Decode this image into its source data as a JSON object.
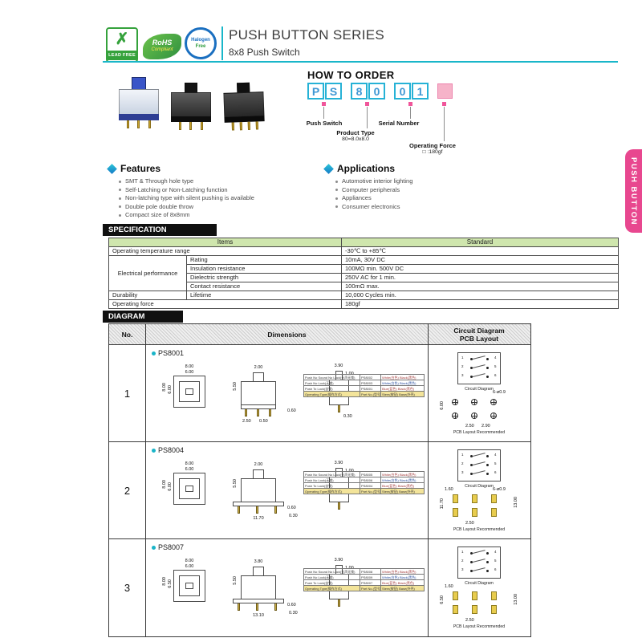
{
  "header": {
    "title": "PUSH BUTTON SERIES",
    "subtitle": "8x8 Push Switch",
    "badges": {
      "lead_free_symbol": "✗",
      "lead_free_label": "LEAD FREE",
      "rohs_line1": "RoHS",
      "rohs_line2": "Compliant",
      "halogen_line1": "Halogen",
      "halogen_line2": "Free"
    }
  },
  "side_tab_label": "PUSH BUTTON",
  "how_to_order": {
    "title": "HOW TO ORDER",
    "code_letters": [
      "P",
      "S",
      "8",
      "0",
      "0",
      "1"
    ],
    "callouts": [
      {
        "label": "Push Switch",
        "detail": ""
      },
      {
        "label": "Product Type",
        "detail": "80=8.0x8.0"
      },
      {
        "label": "Serial Number",
        "detail": ""
      },
      {
        "label": "Operating Force",
        "detail": "□ :180gf"
      }
    ]
  },
  "features": {
    "title": "Features",
    "items": [
      "SMT & Through hole type",
      "Self-Latching or Non-Latching function",
      "Non-latching type with silent pushing is available",
      "Double pole double throw",
      "Compact size of 8x8mm"
    ]
  },
  "applications": {
    "title": "Applications",
    "items": [
      "Automotive interior lighting",
      "Computer peripherals",
      "Appliances",
      "Consumer electronics"
    ]
  },
  "specification": {
    "title": "SPECIFICATION",
    "col_items": "Items",
    "col_standard": "Standard",
    "temp_label": "Operating temperature range",
    "temp_value": "-30℃ to +85℃",
    "electrical_label": "Electrical performance",
    "electrical_rows": [
      {
        "item": "Rating",
        "standard": "10mA, 30V DC"
      },
      {
        "item": "Insulation resistance",
        "standard": "100MΩ min. 500V DC"
      },
      {
        "item": "Dielectric strength",
        "standard": "250V AC for 1 min."
      },
      {
        "item": "Contact resistance",
        "standard": "100mΩ max."
      }
    ],
    "durability_label": "Durability",
    "durability_item": "Lifetime",
    "durability_value": "10,000 Cycles min.",
    "force_label": "Operating force",
    "force_value": "180gf"
  },
  "diagram": {
    "title": "DIAGRAM",
    "col_no": "No.",
    "col_dimensions": "Dimensions",
    "col_circuit1": "Circuit Diagram",
    "col_circuit2": "PCB Layout",
    "rows": [
      {
        "no": "1",
        "model": "PS8001",
        "tv_w": "8.00",
        "tv_iw": "6.00",
        "tv_h": "8.00",
        "tv_ih": "6.00",
        "fv_top": "2.00",
        "fv_h": "5.50",
        "fv_pin": "0.60",
        "fv_base": "",
        "fv_b1": "2.50",
        "fv_b2": "0.50",
        "fv_b3": "",
        "sv_top": "3.90",
        "sv_btn": "1.00",
        "sv_pin": "0.30",
        "type_table": [
          [
            "Push No Sound No Lock(无声无锁)",
            "PS8002",
            "White(白色) Black(黑色)"
          ],
          [
            "Push No Lock(无锁)",
            "PS8003",
            "White(白色) Black(黑色)"
          ],
          [
            "Push To Lock(自锁)",
            "PS8001",
            "Blue(蓝色) Black(黑色)"
          ],
          [
            "Operating Type(操作方式)",
            "Part No.(型号)",
            "Stem(按钮) Base(外壳)"
          ]
        ],
        "circuit_caption": "Circuit Diagram",
        "pins": [
          "1",
          "2",
          "3",
          "4",
          "5",
          "6"
        ],
        "pcb_callout": "6-ø0.9",
        "pcb_topleft": "",
        "pcb_left": "6.00",
        "pcb_right": "",
        "pcb_b1": "2.50",
        "pcb_b2": "2.90",
        "pcb_caption": "PCB Layout Recommended"
      },
      {
        "no": "2",
        "model": "PS8004",
        "tv_w": "8.00",
        "tv_iw": "6.00",
        "tv_h": "8.00",
        "tv_ih": "6.00",
        "fv_top": "2.00",
        "fv_h": "5.50",
        "fv_pin": "0.60",
        "fv_base": "11.70",
        "fv_b1": "",
        "fv_b2": "",
        "fv_b3": "0.30",
        "sv_top": "3.90",
        "sv_btn": "1.00",
        "sv_pin": "",
        "type_table": [
          [
            "Push No Sound No Lock(无声无锁)",
            "PS8005",
            "White(白色) Black(黑色)"
          ],
          [
            "Push No Lock(无锁)",
            "PS8006",
            "White(白色) Black(黑色)"
          ],
          [
            "Push To Lock(自锁)",
            "PS8004",
            "Blue(蓝色) Black(黑色)"
          ],
          [
            "Operating Type(操作方式)",
            "Part No.(型号)",
            "Stem(按钮) Base(外壳)"
          ]
        ],
        "circuit_caption": "Circuit Diagram",
        "pins": [
          "1",
          "2",
          "3",
          "4",
          "5",
          "6"
        ],
        "pcb_callout": "6-ø0.9",
        "pcb_topleft": "1.60",
        "pcb_left": "11.70",
        "pcb_right": "13.00",
        "pcb_b1": "2.50",
        "pcb_b2": "",
        "pcb_caption": "PCB Layout Recommended"
      },
      {
        "no": "3",
        "model": "PS8007",
        "tv_w": "8.00",
        "tv_iw": "6.00",
        "tv_h": "8.00",
        "tv_ih": "6.50",
        "fv_top": "3.80",
        "fv_h": "5.50",
        "fv_pin": "0.60",
        "fv_base": "13.10",
        "fv_b1": "",
        "fv_b2": "",
        "fv_b3": "0.30",
        "sv_top": "3.90",
        "sv_btn": "1.00",
        "sv_pin": "",
        "type_table": [
          [
            "Push No Sound No Lock(无声无锁)",
            "PS8008",
            "White(白色) Black(黑色)"
          ],
          [
            "Push No Lock(无锁)",
            "PS8009",
            "White(白色) Black(黑色)"
          ],
          [
            "Push To Lock(自锁)",
            "PS8007",
            "Blue(蓝色) Black(黑色)"
          ],
          [
            "Operating Type(操作方式)",
            "Part No.(型号)",
            "Stem(按钮) Base(外壳)"
          ]
        ],
        "circuit_caption": "Circuit Diagram",
        "pins": [
          "1",
          "2",
          "3",
          "4",
          "5",
          "6"
        ],
        "pcb_callout": "",
        "pcb_topleft": "1.60",
        "pcb_left": "6.50",
        "pcb_right": "13.00",
        "pcb_b1": "2.50",
        "pcb_b2": "",
        "pcb_caption": "PCB Layout Recommended"
      }
    ]
  }
}
